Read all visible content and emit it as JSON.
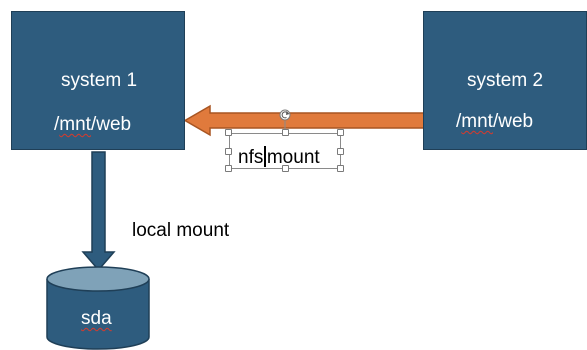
{
  "diagram": {
    "system1": {
      "title": "system 1",
      "path_prefix": "/",
      "path_mnt": "mnt",
      "path_suffix": "/web"
    },
    "system2": {
      "title": "system 2",
      "path_prefix": "/",
      "path_mnt": "mnt",
      "path_suffix": "/web"
    },
    "disk": {
      "label": "sda"
    },
    "nfs_label": {
      "part1": "nfs",
      "part2": "mount"
    },
    "local_label": "local mount",
    "colors": {
      "box_fill": "#2e5c7e",
      "box_border": "#1f3f57",
      "arrow_orange": "#e07a3c",
      "arrow_orange_border": "#a85522",
      "arrow_blue": "#2e5c7e",
      "cylinder_top": "#7fa2b8",
      "spellcheck_underline": "#d93a2b"
    },
    "icons": {
      "rotate_handle": "rotate-icon",
      "resize_handle": "resize-handle-icon"
    }
  }
}
